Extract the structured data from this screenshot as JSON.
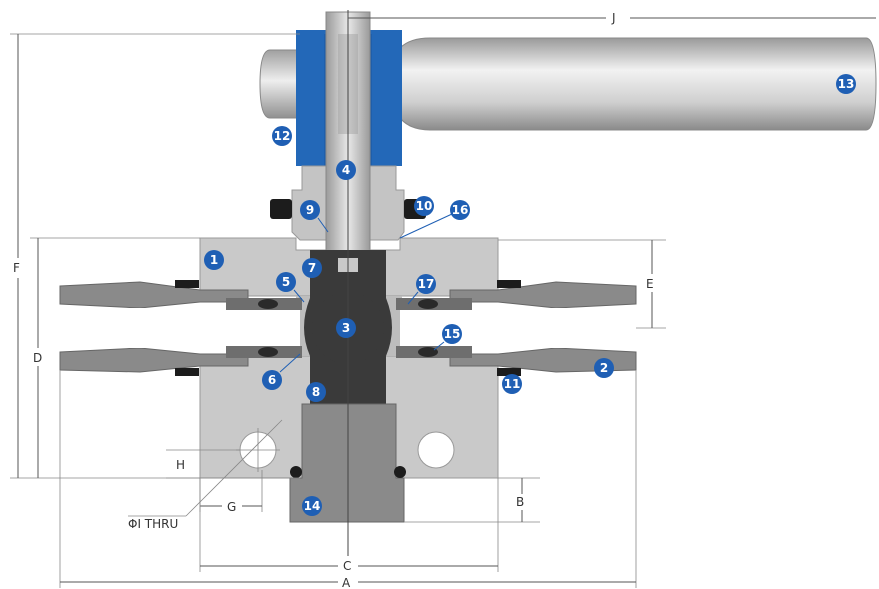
{
  "callouts": [
    {
      "id": "c1",
      "label": "1"
    },
    {
      "id": "c2",
      "label": "2"
    },
    {
      "id": "c3",
      "label": "3"
    },
    {
      "id": "c4",
      "label": "4"
    },
    {
      "id": "c5",
      "label": "5"
    },
    {
      "id": "c6",
      "label": "6"
    },
    {
      "id": "c7",
      "label": "7"
    },
    {
      "id": "c8",
      "label": "8"
    },
    {
      "id": "c9",
      "label": "9"
    },
    {
      "id": "c10",
      "label": "10"
    },
    {
      "id": "c11",
      "label": "11"
    },
    {
      "id": "c12",
      "label": "12"
    },
    {
      "id": "c13",
      "label": "13"
    },
    {
      "id": "c14",
      "label": "14"
    },
    {
      "id": "c15",
      "label": "15"
    },
    {
      "id": "c16",
      "label": "16"
    },
    {
      "id": "c17",
      "label": "17"
    }
  ],
  "dimensions": {
    "A": "A",
    "B": "B",
    "C": "C",
    "D": "D",
    "E": "E",
    "F": "F",
    "G": "G",
    "H": "H",
    "J": "J",
    "I": "ΦI THRU"
  },
  "colors": {
    "body": "#c9c9c9",
    "body_dark": "#a9a9a9",
    "tube": "#8a8a8a",
    "ball": "#3a3a3a",
    "handle_blue": "#2368b8",
    "callout": "#1f5fb4",
    "seal": "#1c1c1c"
  }
}
